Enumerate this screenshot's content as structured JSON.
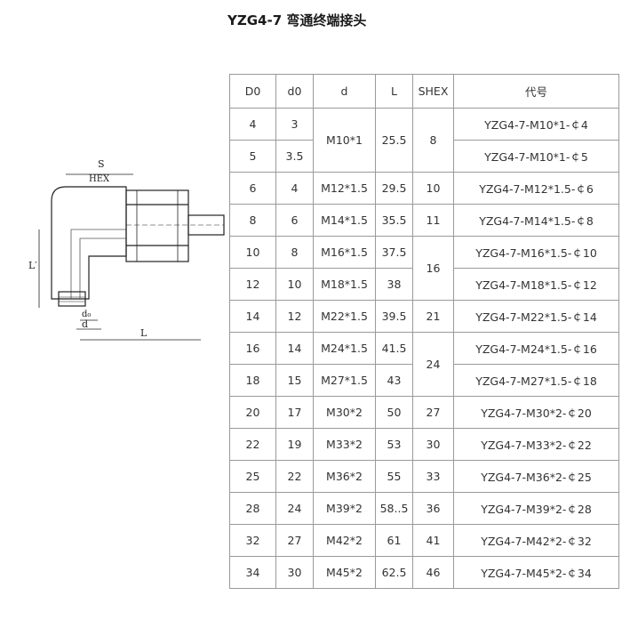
{
  "title": "YZG4-7 弯通终端接头",
  "drawing": {
    "labels": {
      "s": "S",
      "hex": "HEX",
      "l_prime": "L′",
      "d0": "d₀",
      "d": "d",
      "l": "L"
    }
  },
  "table": {
    "headers": [
      "D0",
      "d0",
      "d",
      "L",
      "SHEX",
      "代号"
    ],
    "rows": [
      {
        "D0": "4",
        "d0": "3",
        "d": "M10*1",
        "L": "25.5",
        "SHEX": "8",
        "code": "YZG4-7-M10*1-￠4"
      },
      {
        "D0": "5",
        "d0": "3.5",
        "d": "",
        "L": "",
        "SHEX": "",
        "code": "YZG4-7-M10*1-￠5"
      },
      {
        "D0": "6",
        "d0": "4",
        "d": "M12*1.5",
        "L": "29.5",
        "SHEX": "10",
        "code": "YZG4-7-M12*1.5-￠6"
      },
      {
        "D0": "8",
        "d0": "6",
        "d": "M14*1.5",
        "L": "35.5",
        "SHEX": "11",
        "code": "YZG4-7-M14*1.5-￠8"
      },
      {
        "D0": "10",
        "d0": "8",
        "d": "M16*1.5",
        "L": "37.5",
        "SHEX": "16",
        "code": "YZG4-7-M16*1.5-￠10"
      },
      {
        "D0": "12",
        "d0": "10",
        "d": "M18*1.5",
        "L": "38",
        "SHEX": "",
        "code": "YZG4-7-M18*1.5-￠12"
      },
      {
        "D0": "14",
        "d0": "12",
        "d": "M22*1.5",
        "L": "39.5",
        "SHEX": "21",
        "code": "YZG4-7-M22*1.5-￠14"
      },
      {
        "D0": "16",
        "d0": "14",
        "d": "M24*1.5",
        "L": "41.5",
        "SHEX": "24",
        "code": "YZG4-7-M24*1.5-￠16"
      },
      {
        "D0": "18",
        "d0": "15",
        "d": "M27*1.5",
        "L": "43",
        "SHEX": "",
        "code": "YZG4-7-M27*1.5-￠18"
      },
      {
        "D0": "20",
        "d0": "17",
        "d": "M30*2",
        "L": "50",
        "SHEX": "27",
        "code": "YZG4-7-M30*2-￠20"
      },
      {
        "D0": "22",
        "d0": "19",
        "d": "M33*2",
        "L": "53",
        "SHEX": "30",
        "code": "YZG4-7-M33*2-￠22"
      },
      {
        "D0": "25",
        "d0": "22",
        "d": "M36*2",
        "L": "55",
        "SHEX": "33",
        "code": "YZG4-7-M36*2-￠25"
      },
      {
        "D0": "28",
        "d0": "24",
        "d": "M39*2",
        "L": "58..5",
        "SHEX": "36",
        "code": "YZG4-7-M39*2-￠28"
      },
      {
        "D0": "32",
        "d0": "27",
        "d": "M42*2",
        "L": "61",
        "SHEX": "41",
        "code": "YZG4-7-M42*2-￠32"
      },
      {
        "D0": "34",
        "d0": "30",
        "d": "M45*2",
        "L": "62.5",
        "SHEX": "46",
        "code": "YZG4-7-M45*2-￠34"
      }
    ]
  }
}
